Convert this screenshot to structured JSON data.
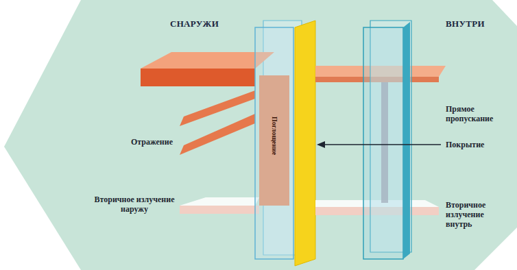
{
  "diagram": {
    "labels": [
      "СНАРУЖИ",
      "ВНУТРИ",
      "Прямое пропускание",
      "Отражение",
      "Покрытие",
      "Поглощение",
      "Вторичное излучение наружу",
      "Вторичное излучение внутрь"
    ]
  }
}
